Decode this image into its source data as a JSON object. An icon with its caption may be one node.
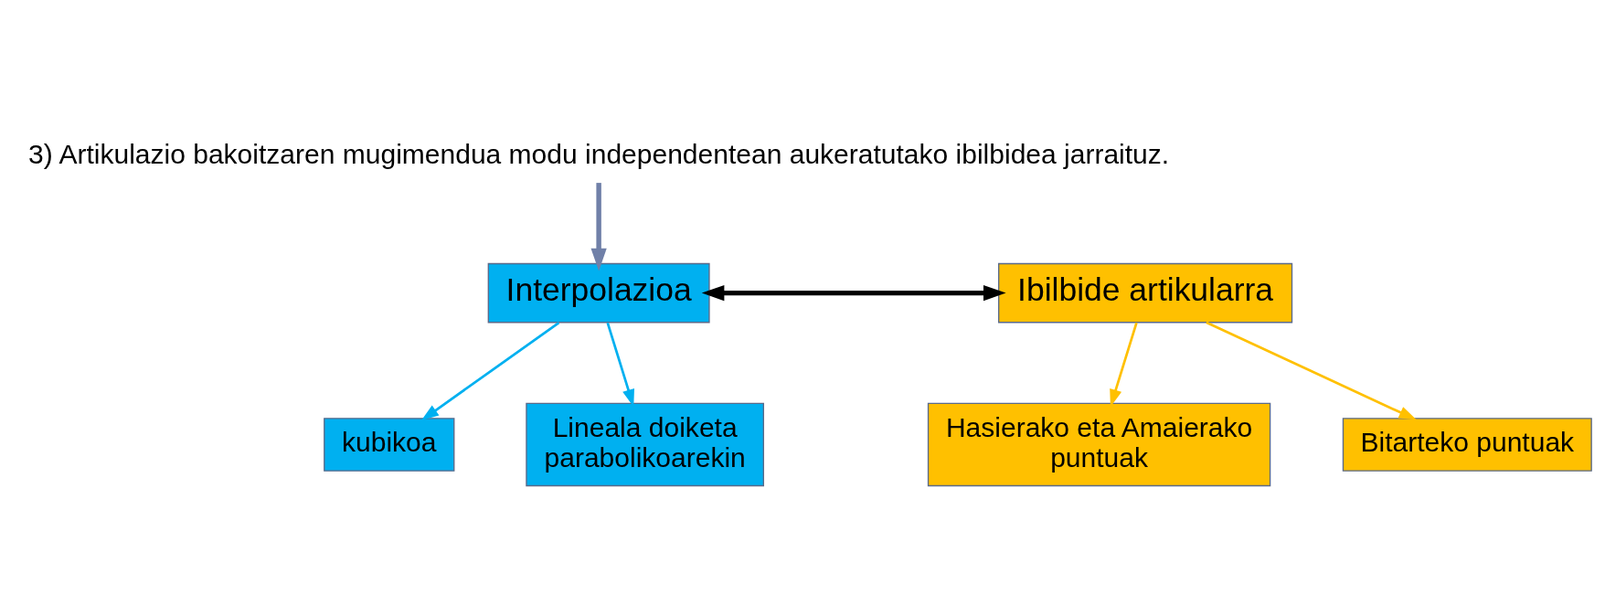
{
  "diagram": {
    "nodes": [
      {
        "text": [
          "3) Artikulazio bakoitzaren mugimendua modu independentean aukeratutako ibilbidea jarraituz."
        ]
      },
      {
        "text": [
          "Interpolazioa"
        ]
      },
      {
        "text": [
          "Ibilbide artikularra"
        ]
      },
      {
        "text": [
          "kubikoa"
        ]
      },
      {
        "text": [
          "Lineala doiketa parabolikoarekin"
        ]
      },
      {
        "text": [
          "Hasierako eta Amaierako puntuak"
        ]
      },
      {
        "text": [
          "Bitarteko puntuak"
        ]
      }
    ],
    "edges": [
      {
        "from": 0,
        "to": 1,
        "arrow": "to",
        "style": "thick",
        "color": "#7080a8"
      },
      {
        "from": 1,
        "to": 2,
        "arrow": "both",
        "style": "thick",
        "color": "#000000"
      },
      {
        "from": 1,
        "to": 3,
        "arrow": "to",
        "color": "#00b0f0"
      },
      {
        "from": 1,
        "to": 4,
        "arrow": "to",
        "color": "#00b0f0"
      },
      {
        "from": 2,
        "to": 5,
        "arrow": "to",
        "color": "#ffc000"
      },
      {
        "from": 2,
        "to": 6,
        "arrow": "to",
        "color": "#ffc000"
      }
    ]
  }
}
